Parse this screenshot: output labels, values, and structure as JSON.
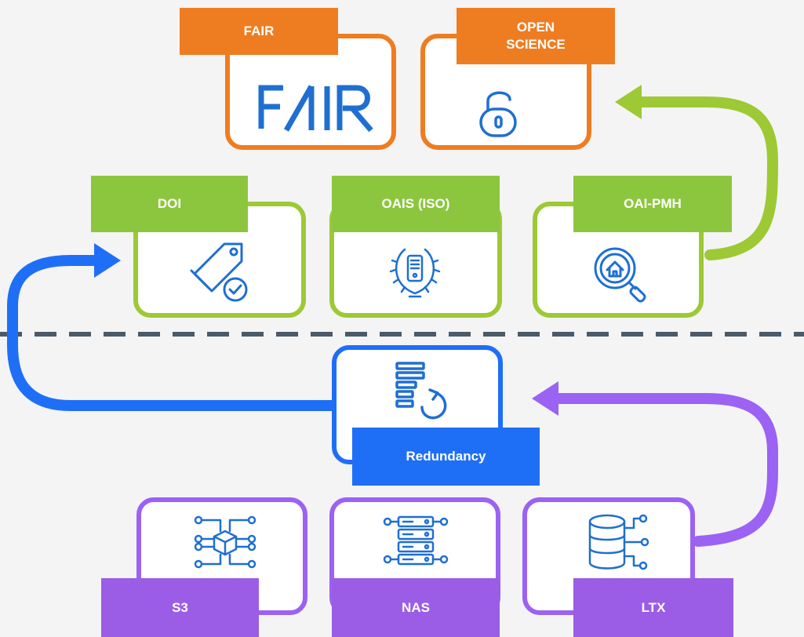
{
  "labels": {
    "fair": "FAIR",
    "open_science": "OPEN\nSCIENCE",
    "doi": "DOI",
    "oais": "OAIS (ISO)",
    "oai_pmh": "OAI-PMH",
    "redundancy": "Redundancy",
    "s3": "S3",
    "nas": "NAS",
    "ltx": "LTX"
  },
  "logo_text": "F/\\IR",
  "icons": {
    "fair": "fair-logo-icon",
    "open_science": "open-padlock-icon",
    "doi": "tag-check-icon",
    "oais": "laurel-server-icon",
    "oai_pmh": "search-home-icon",
    "redundancy": "list-refresh-icon",
    "s3": "cube-network-icon",
    "nas": "server-rack-icon",
    "ltx": "database-network-icon"
  },
  "colors": {
    "orange": "#ee7d22",
    "green": "#8cc63f",
    "blue": "#1f6ff6",
    "purple": "#9b5de5",
    "divider": "#4a5a68",
    "logo_blue": "#1f6fd1"
  }
}
